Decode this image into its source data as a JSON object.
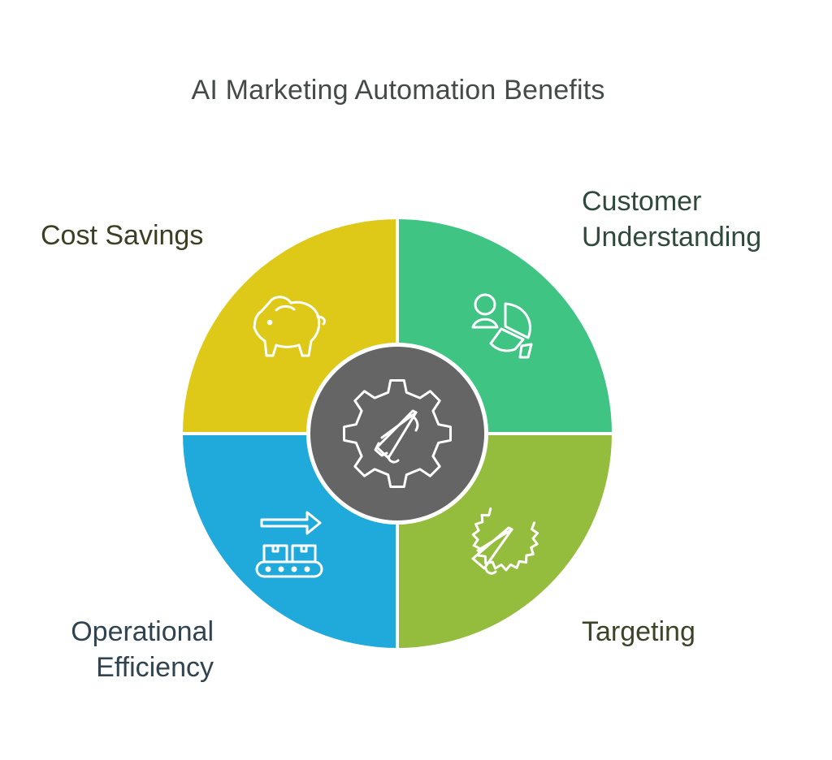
{
  "title": "AI Marketing Automation Benefits",
  "segments": [
    {
      "id": "cost",
      "lines": [
        "Cost Savings"
      ],
      "color": "#dfc918",
      "icon": "piggy-bank-icon"
    },
    {
      "id": "customer",
      "lines": [
        "Customer",
        "Understanding"
      ],
      "color": "#3fc484",
      "icon": "user-pie-chart-icon"
    },
    {
      "id": "targeting",
      "lines": [
        "Targeting"
      ],
      "color": "#95bd3d",
      "icon": "megaphone-badge-icon"
    },
    {
      "id": "operational",
      "lines": [
        "Operational",
        "Efficiency"
      ],
      "color": "#1faadb",
      "icon": "conveyor-belt-icon"
    }
  ],
  "center": {
    "color": "#656565",
    "icon": "gear-megaphone-icon"
  }
}
